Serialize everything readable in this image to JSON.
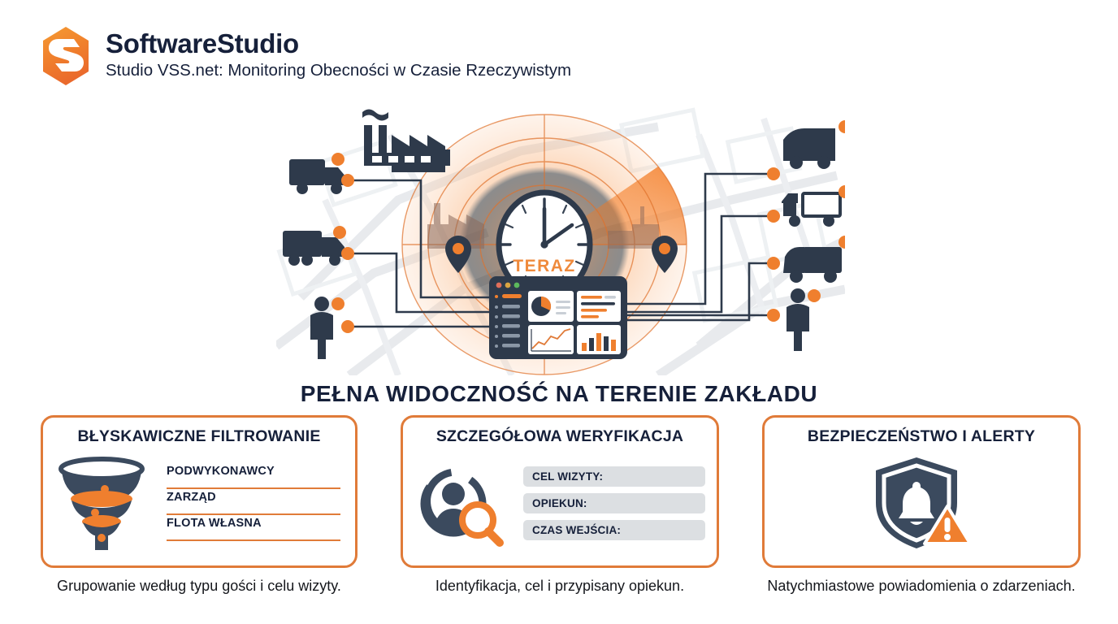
{
  "brand": {
    "logo_icon": "softwarestudio-hexagon-s-logo",
    "name": "SoftwareStudio",
    "subtitle": "Studio VSS.net: Monitoring Obecności w Czasie Rzeczywistym"
  },
  "colors": {
    "orange": "#ef7f2e",
    "orange_dark": "#e07b39",
    "navy": "#16203a",
    "slate": "#39485a",
    "pill_grey": "#dcdfe2",
    "map_grey": "#e3e6ea"
  },
  "hero": {
    "radar_label": "TERAZ",
    "clock_icon": "analog-clock-icon",
    "radar_icon": "radar-sweep-icon",
    "dashboard_icon": "dashboard-window-icon",
    "left_nodes": [
      {
        "icon": "factory-icon",
        "name": "factory"
      },
      {
        "icon": "truck-icon",
        "name": "truck-left-1"
      },
      {
        "icon": "truck-icon",
        "name": "truck-left-2"
      },
      {
        "icon": "person-icon",
        "name": "person-left"
      }
    ],
    "right_nodes": [
      {
        "icon": "van-icon",
        "name": "van-right-1"
      },
      {
        "icon": "truck-icon",
        "name": "truck-right-2"
      },
      {
        "icon": "truck-icon",
        "name": "truck-right-3"
      },
      {
        "icon": "person-icon",
        "name": "person-right"
      }
    ],
    "map_pins": [
      "map-pin-left",
      "map-pin-right"
    ]
  },
  "main_heading": "PEŁNA WIDOCZNOŚĆ NA TERENIE ZAKŁADU",
  "cards": [
    {
      "id": "filtrowanie",
      "title": "BŁYSKAWICZNE FILTROWANIE",
      "icon": "funnel-icon",
      "labels": [
        "PODWYKONAWCY",
        "ZARZĄD",
        "FLOTA WŁASNA"
      ],
      "caption": "Grupowanie według typu gości i celu wizyty."
    },
    {
      "id": "weryfikacja",
      "title": "SZCZEGÓŁOWA WERYFIKACJA",
      "icon": "user-magnifier-icon",
      "fields": [
        "CEL WIZYTY:",
        "OPIEKUN:",
        "CZAS WEJŚCIA:"
      ],
      "caption": "Identyfikacja, cel i przypisany opiekun."
    },
    {
      "id": "bezpieczenstwo",
      "title": "BEZPIECZEŃSTWO I ALERTY",
      "icon": "shield-bell-alert-icon",
      "caption": "Natychmiastowe powiadomienia o zdarzeniach."
    }
  ]
}
